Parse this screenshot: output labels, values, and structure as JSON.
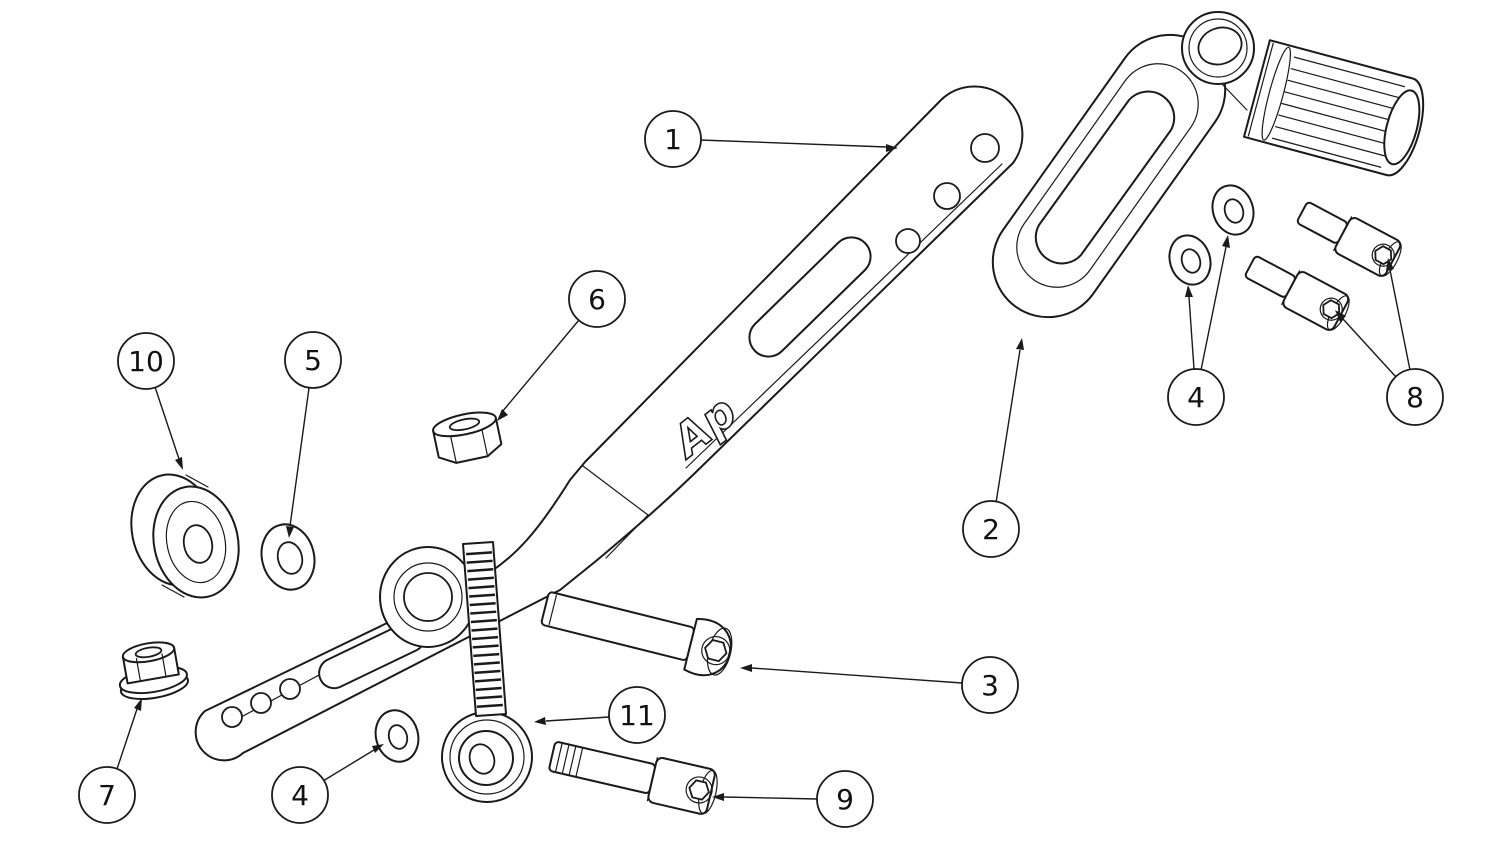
{
  "diagram": {
    "type": "exploded-parts-diagram",
    "background": "#ffffff",
    "line_color": "#1a1a1a",
    "logo_text": "Ap",
    "callouts": [
      {
        "label": "1"
      },
      {
        "label": "2"
      },
      {
        "label": "3"
      },
      {
        "label": "4"
      },
      {
        "label": "5"
      },
      {
        "label": "6"
      },
      {
        "label": "7"
      },
      {
        "label": "8"
      },
      {
        "label": "9"
      },
      {
        "label": "10"
      },
      {
        "label": "11"
      },
      {
        "label": "4"
      }
    ],
    "parts": [
      {
        "number": "1",
        "name": "shift-lever-arm"
      },
      {
        "number": "2",
        "name": "mount-bracket-with-splined-shaft"
      },
      {
        "number": "3",
        "name": "button-head-screw"
      },
      {
        "number": "4",
        "name": "washers"
      },
      {
        "number": "5",
        "name": "washer"
      },
      {
        "number": "6",
        "name": "hex-nut"
      },
      {
        "number": "7",
        "name": "flanged-hex-nut"
      },
      {
        "number": "8",
        "name": "socket-head-cap-screws"
      },
      {
        "number": "9",
        "name": "socket-head-cap-screw"
      },
      {
        "number": "10",
        "name": "roller-spacer"
      },
      {
        "number": "11",
        "name": "rod-end-bearing"
      }
    ]
  }
}
